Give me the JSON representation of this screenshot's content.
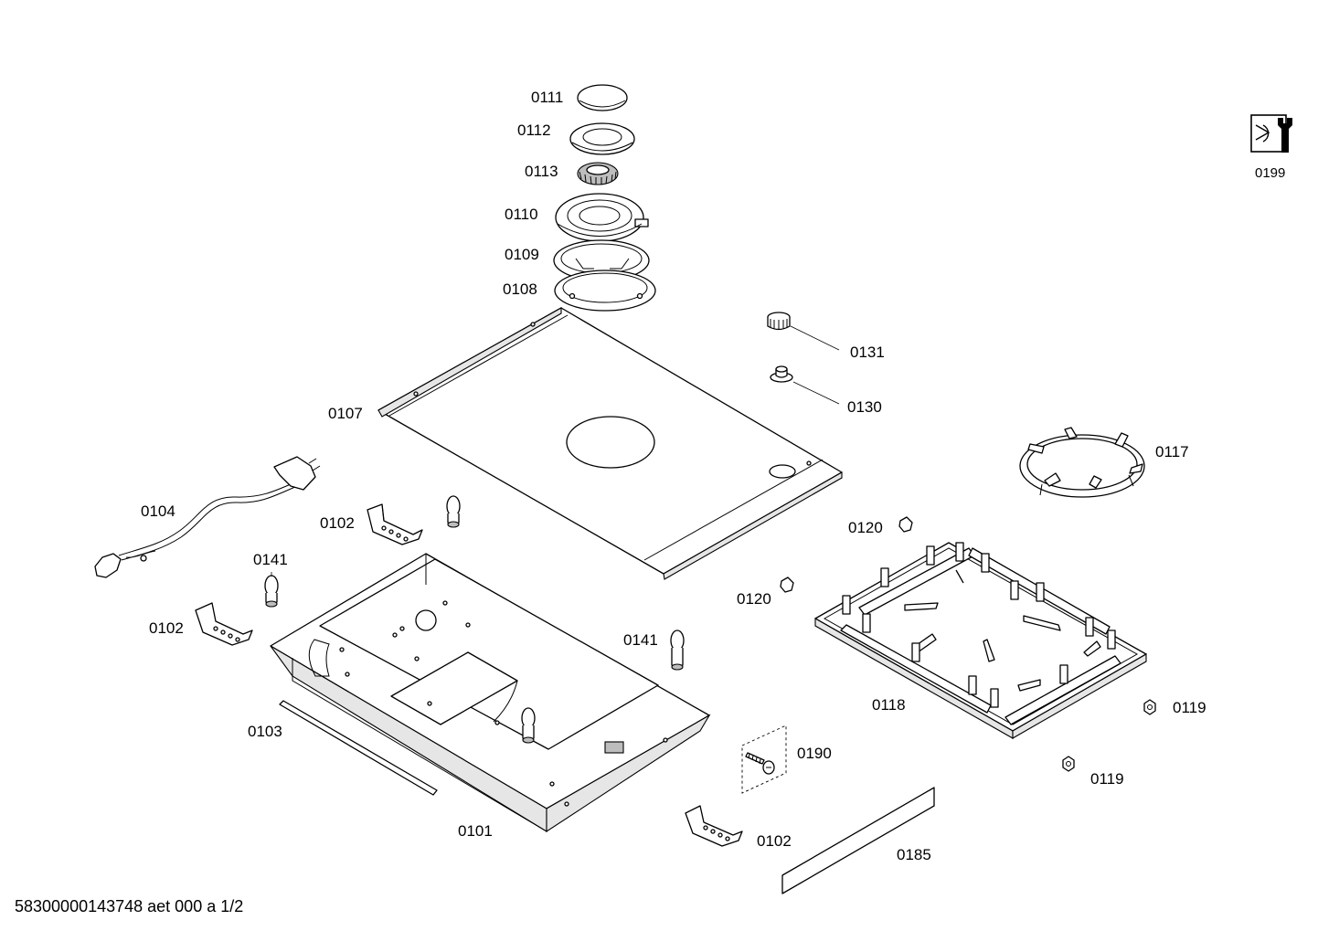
{
  "document_id": "58300000143748 aet 000 a 1/2",
  "service_icon": {
    "name": "wrench-service-icon",
    "caption": "0199"
  },
  "labels": {
    "p0111": "0111",
    "p0112": "0112",
    "p0113": "0113",
    "p0110": "0110",
    "p0109": "0109",
    "p0108": "0108",
    "p0107": "0107",
    "p0131": "0131",
    "p0130": "0130",
    "p0117": "0117",
    "p0104": "0104",
    "p0102a": "0102",
    "p0141a": "0141",
    "p0102b": "0102",
    "p0141b": "0141",
    "p0103": "0103",
    "p0101": "0101",
    "p0120a": "0120",
    "p0120b": "0120",
    "p0118": "0118",
    "p0119a": "0119",
    "p0119b": "0119",
    "p0190": "0190",
    "p0102c": "0102",
    "p0185": "0185"
  }
}
